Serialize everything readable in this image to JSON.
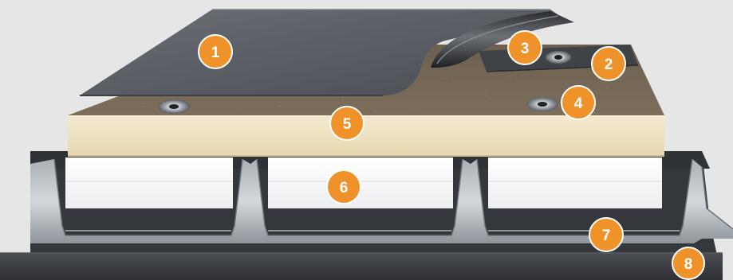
{
  "diagram": {
    "colors": {
      "background": "#e6e6e6",
      "membrane": "#5a5e64",
      "board": "#726452",
      "insulation": "#efe3c3",
      "deck": "#c8ccd1",
      "base": "#3f4247",
      "badge": "#f0922a"
    },
    "callouts": [
      {
        "number": "1"
      },
      {
        "number": "2"
      },
      {
        "number": "3"
      },
      {
        "number": "4"
      },
      {
        "number": "5"
      },
      {
        "number": "6"
      },
      {
        "number": "7"
      },
      {
        "number": "8"
      }
    ]
  }
}
